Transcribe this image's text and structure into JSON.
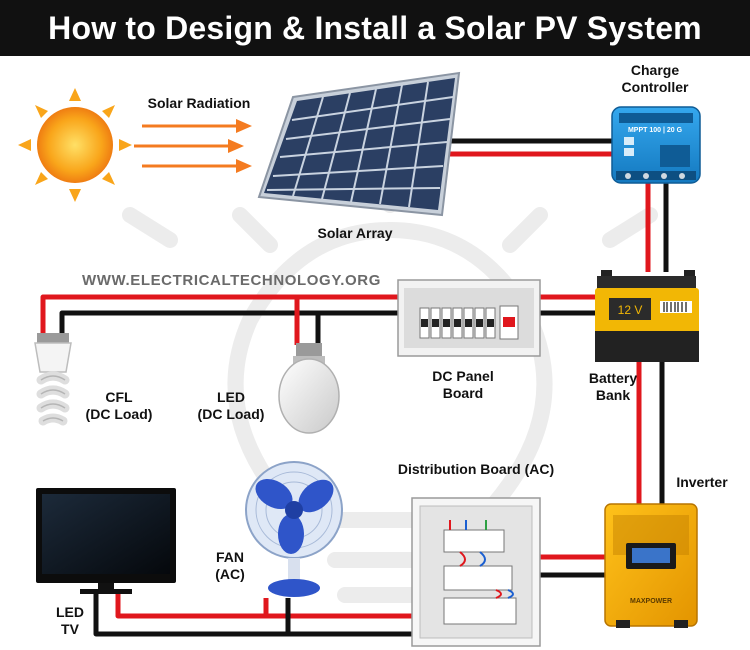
{
  "title": "How to Design & Install a Solar PV System",
  "watermark": "WWW.ELECTRICALTECHNOLOGY.ORG",
  "labels": {
    "solar_radiation": "Solar Radiation",
    "solar_array": "Solar Array",
    "charge_controller_line1": "Charge",
    "charge_controller_line2": "Controller",
    "battery_line1": "Battery",
    "battery_line2": "Bank",
    "dc_panel_line1": "DC Panel",
    "dc_panel_line2": "Board",
    "cfl_line1": "CFL",
    "cfl_line2": "(DC Load)",
    "led_line1": "LED",
    "led_line2": "(DC Load)",
    "distribution_board": "Distribution Board (AC)",
    "inverter": "Inverter",
    "fan_line1": "FAN",
    "fan_line2": "(AC)",
    "led_tv_line1": "LED",
    "led_tv_line2": "TV"
  },
  "device_text": {
    "controller_model": "MPPT 100 | 20 G",
    "battery_voltage": "12 V",
    "inverter_brand": "MAXPOWER"
  },
  "colors": {
    "positive_wire": "#e0171d",
    "negative_wire": "#111111",
    "controller_blue": "#1b8fdc",
    "inverter_yellow": "#f5a800",
    "battery_yellow": "#f2b705",
    "panel_blue": "#2b3f63",
    "sun": "#f9a51a",
    "arrows": "#f47b20"
  }
}
